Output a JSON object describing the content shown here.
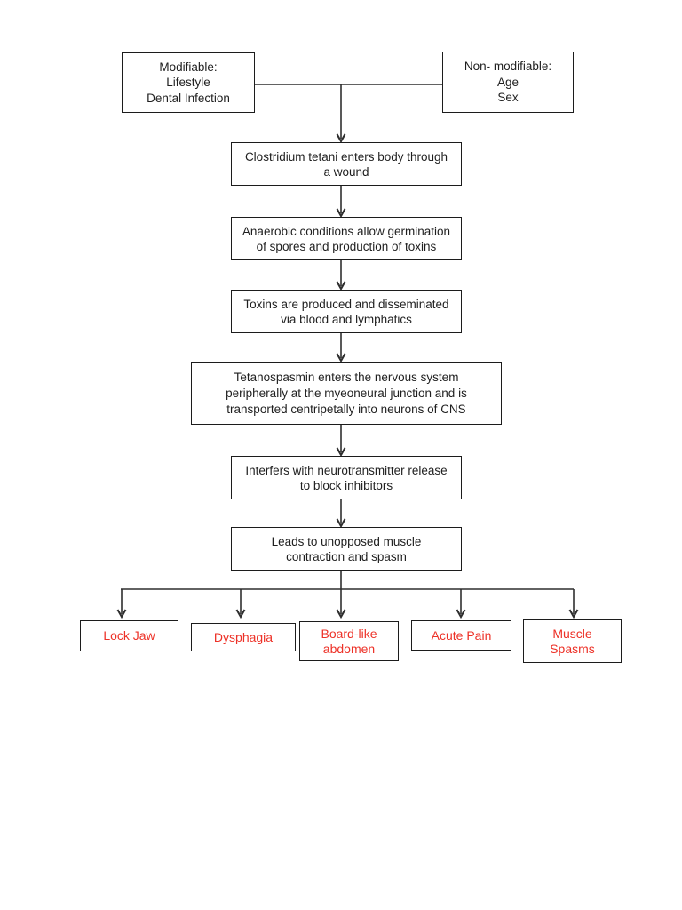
{
  "page": {
    "title": "Tetanus pathophysiology flowchart",
    "background_color": "#ffffff"
  },
  "colors": {
    "box_border": "#1c1c1c",
    "connector_line": "#2f2f2f",
    "step_text": "#1f1f1f",
    "outcome_text": "#ed3127"
  },
  "flowchart": {
    "risk_factors": [
      {
        "id": "modifiable",
        "label": "Modifiable:\nLifestyle\nDental Infection"
      },
      {
        "id": "non_modifiable",
        "label": "Non- modifiable:\nAge\nSex"
      }
    ],
    "steps": [
      {
        "id": "step-1",
        "label": "Clostridium tetani enters body through\na wound"
      },
      {
        "id": "step-2",
        "label": "Anaerobic conditions allow germination\nof spores and production of toxins"
      },
      {
        "id": "step-3",
        "label": "Toxins are produced and disseminated\nvia blood and lymphatics"
      },
      {
        "id": "step-4",
        "label": "Tetanospasmin enters the nervous system\nperipherally at the myeoneural junction and is\ntransported centripetally into neurons of CNS"
      },
      {
        "id": "step-5",
        "label": "Interfers with neurotransmitter release\nto block inhibitors"
      },
      {
        "id": "step-6",
        "label": "Leads to unopposed muscle\ncontraction and spasm"
      }
    ],
    "outcomes": [
      {
        "id": "lock-jaw",
        "label": "Lock Jaw"
      },
      {
        "id": "dysphagia",
        "label": "Dysphagia"
      },
      {
        "id": "board-like-abdomen",
        "label": "Board-like\nabdomen"
      },
      {
        "id": "acute-pain",
        "label": "Acute Pain"
      },
      {
        "id": "muscle-spasms",
        "label": "Muscle\nSpasms"
      }
    ]
  }
}
